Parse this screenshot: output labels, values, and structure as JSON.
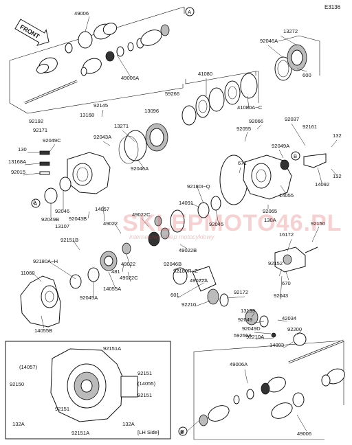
{
  "diagram_ref": "E3136",
  "front_label": "FRONT",
  "circle_markers": [
    "A",
    "B"
  ],
  "watermark": {
    "main": "SKLEPMOTO46.PL",
    "sub": "internetowy sklep motocyklowy"
  },
  "parts": [
    "49006",
    "49006A",
    "59266",
    "13272",
    "92046A",
    "600",
    "41080",
    "41080A~C",
    "92145",
    "13168",
    "92192",
    "92171",
    "13096",
    "92043A",
    "13271",
    "92046A",
    "92066",
    "92055",
    "92037",
    "92161",
    "92049A",
    "132",
    "132",
    "14092",
    "92049C",
    "130",
    "13168A",
    "92015",
    "671",
    "14055",
    "A",
    "92046",
    "92049B",
    "92043B",
    "13107",
    "14057",
    "92180I~Q",
    "14091",
    "92045",
    "92065",
    "130A",
    "49022",
    "49022C",
    "92151B",
    "49022B",
    "92150",
    "16172",
    "92180A~H",
    "11060",
    "49022",
    "92046B",
    "481",
    "92180R~Z",
    "49022A",
    "49022C",
    "92045A",
    "14055A",
    "92152",
    "670",
    "14055B",
    "601",
    "92210",
    "92172",
    "92043",
    "13139",
    "92049",
    "42034",
    "92049D",
    "92200",
    "92210A",
    "14093",
    "59266A",
    "49006A",
    "49006",
    "B"
  ],
  "inset": {
    "labels": [
      "92151A",
      "(14057)",
      "92151",
      "92150",
      "(14055)",
      "92151",
      "92151",
      "132A",
      "132A",
      "92151A"
    ],
    "caption": "[LH Side]"
  }
}
